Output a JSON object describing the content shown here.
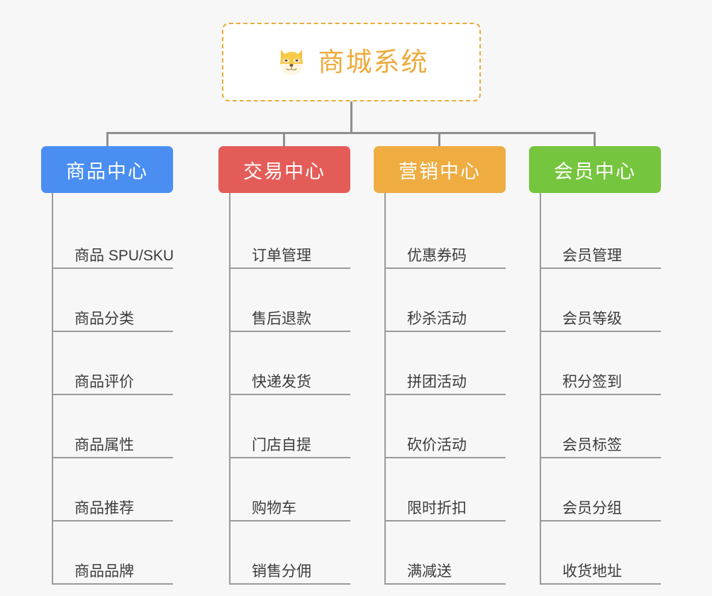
{
  "diagram": {
    "type": "mindmap-tree",
    "background_color": "#f7f7f7",
    "connector_color": "#8f8f8f"
  },
  "root": {
    "title": "商城系统",
    "icon": "shiba-dog-face-icon",
    "text_color": "#edab3b",
    "border_color": "#e9ab3e",
    "fill_color": "#ffffff"
  },
  "branches": [
    {
      "label": "商品中心",
      "color": "#4a8ef2",
      "items": [
        "商品 SPU/SKU",
        "商品分类",
        "商品评价",
        "商品属性",
        "商品推荐",
        "商品品牌"
      ]
    },
    {
      "label": "交易中心",
      "color": "#e45c58",
      "items": [
        "订单管理",
        "售后退款",
        "快递发货",
        "门店自提",
        "购物车",
        "销售分佣"
      ]
    },
    {
      "label": "营销中心",
      "color": "#eeac41",
      "items": [
        "优惠券码",
        "秒杀活动",
        "拼团活动",
        "砍价活动",
        "限时折扣",
        "满减送"
      ]
    },
    {
      "label": "会员中心",
      "color": "#76c53e",
      "items": [
        "会员管理",
        "会员等级",
        "积分签到",
        "会员标签",
        "会员分组",
        "收货地址"
      ]
    }
  ]
}
